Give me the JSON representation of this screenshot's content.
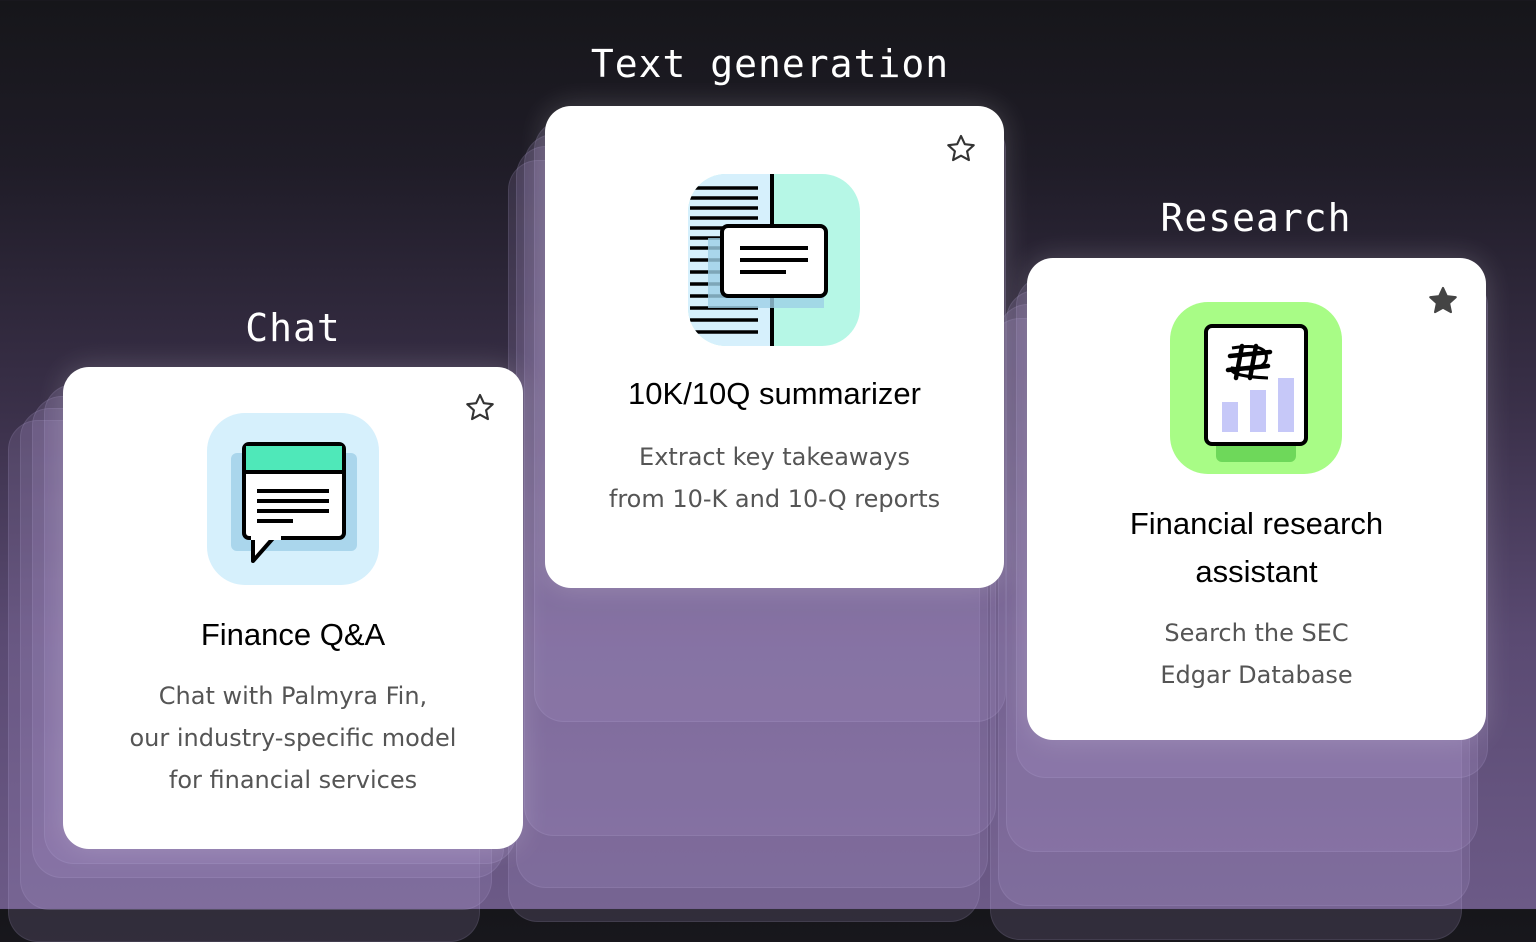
{
  "categories": {
    "chat": "Chat",
    "text_generation": "Text generation",
    "research": "Research"
  },
  "cards": {
    "finance_qa": {
      "title": "Finance Q&A",
      "description": [
        "Chat with Palmyra Fin,",
        "our industry-specific model",
        "for financial services"
      ],
      "icon": "chat-bubble-icon",
      "starred": false,
      "tile_color": "#d6f0fc"
    },
    "summarizer": {
      "title": "10K/10Q summarizer",
      "description": [
        "Extract key takeaways",
        "from 10-K and 10-Q reports"
      ],
      "icon": "document-summary-icon",
      "starred": false,
      "tile_color": "#b6f7e6"
    },
    "research_assistant": {
      "title": [
        "Financial research",
        "assistant"
      ],
      "description": [
        "Search the SEC",
        "Edgar Database"
      ],
      "icon": "financial-report-icon",
      "starred": true,
      "tile_color": "#a8fc86"
    }
  }
}
